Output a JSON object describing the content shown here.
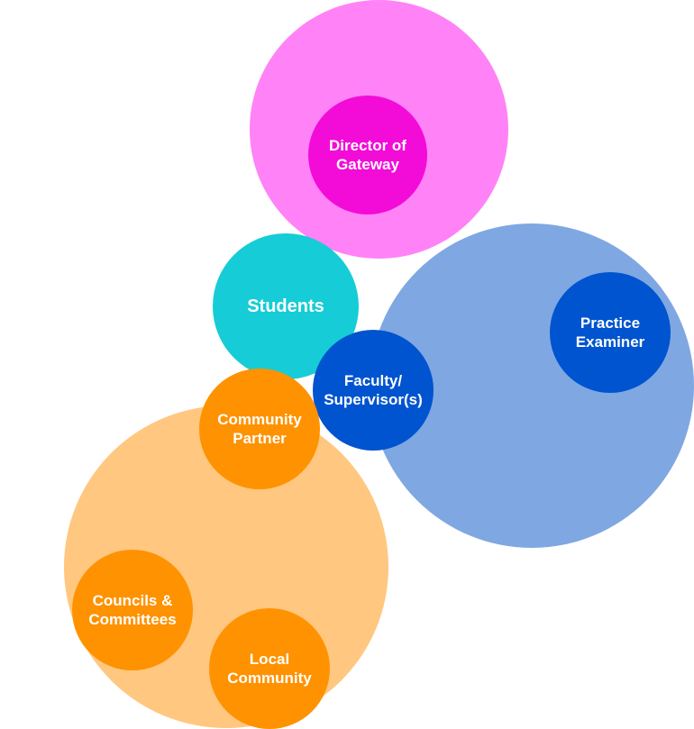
{
  "colors": {
    "director_outer": "#ff82f7",
    "director_inner": "#f30bd8",
    "faculty_outer": "#7fa7e2",
    "faculty_inner": "#0054cf",
    "community_outer": "#ffc77f",
    "community_inner": "#ff9200",
    "students": "#16ccd6"
  },
  "nodes": {
    "director": "Director of\nGateway",
    "practice": "Practice\nExaminer",
    "students": "Students",
    "faculty": "Faculty/\nSupervisor(s)",
    "partner": "Community\nPartner",
    "councils": "Councils &\nCommittees",
    "local": "Local\nCommunity"
  }
}
